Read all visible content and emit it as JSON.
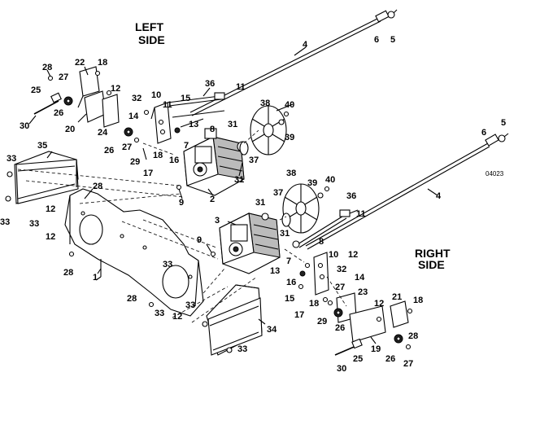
{
  "sides": {
    "left": [
      "LEFT",
      "SIDE"
    ],
    "right": [
      "RIGHT",
      "SIDE"
    ]
  },
  "figure_code": "04023",
  "callouts_left": [
    "4",
    "6",
    "5",
    "28",
    "22",
    "18",
    "27",
    "25",
    "26",
    "30",
    "20",
    "24",
    "12",
    "32",
    "10",
    "11",
    "14",
    "36",
    "11",
    "15",
    "13",
    "8",
    "26",
    "27",
    "29",
    "18",
    "17",
    "16",
    "7",
    "31",
    "38",
    "40",
    "39",
    "37",
    "31",
    "2",
    "9",
    "35",
    "33",
    "28",
    "12",
    "33",
    "12",
    "33",
    "28",
    "1"
  ],
  "callouts_right": [
    "6",
    "5",
    "38",
    "39",
    "40",
    "4",
    "36",
    "31",
    "37",
    "11",
    "3",
    "9",
    "31",
    "8",
    "10",
    "12",
    "7",
    "32",
    "13",
    "14",
    "16",
    "15",
    "33",
    "27",
    "23",
    "21",
    "18",
    "12",
    "18",
    "17",
    "29",
    "26",
    "28",
    "25",
    "19",
    "26",
    "27",
    "30",
    "34",
    "28",
    "33",
    "12",
    "33",
    "33"
  ]
}
